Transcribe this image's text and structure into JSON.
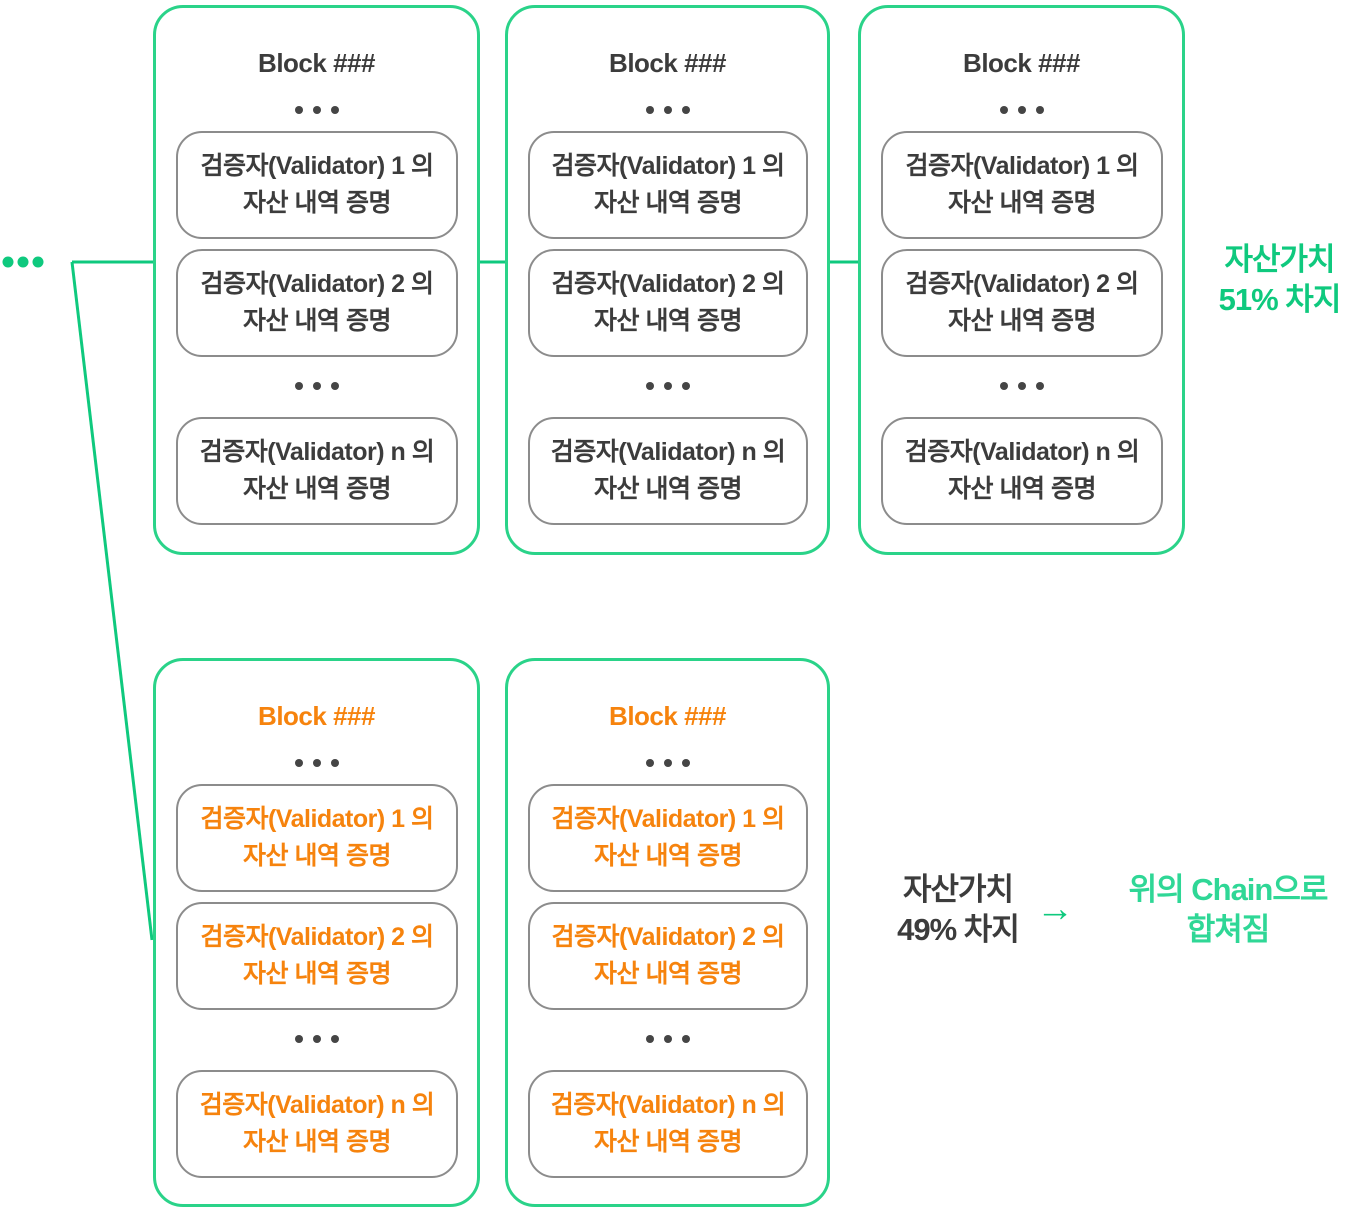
{
  "colors": {
    "block_border_green": "#2AD389",
    "accent_green": "#0FC97E",
    "mint_green": "#2FD796",
    "orange": "#F6830D",
    "dark_text": "#3C3C3C",
    "card_border_gray": "#8C8C8C"
  },
  "left_ellipsis": "...",
  "main_chain": {
    "label_line1": "자산가치",
    "label_line2": "51% 차지",
    "blocks": [
      {
        "title": "Block ###",
        "ellipsis": "...",
        "validators": [
          {
            "line1": "검증자(Validator) 1 의",
            "line2": "자산 내역 증명"
          },
          {
            "line1": "검증자(Validator) 2 의",
            "line2": "자산 내역 증명"
          },
          {
            "line1": "검증자(Validator) n 의",
            "line2": "자산 내역 증명"
          }
        ]
      },
      {
        "title": "Block ###",
        "ellipsis": "...",
        "validators": [
          {
            "line1": "검증자(Validator) 1 의",
            "line2": "자산 내역 증명"
          },
          {
            "line1": "검증자(Validator) 2 의",
            "line2": "자산 내역 증명"
          },
          {
            "line1": "검증자(Validator) n 의",
            "line2": "자산 내역 증명"
          }
        ]
      },
      {
        "title": "Block ###",
        "ellipsis": "...",
        "validators": [
          {
            "line1": "검증자(Validator) 1 의",
            "line2": "자산 내역 증명"
          },
          {
            "line1": "검증자(Validator) 2 의",
            "line2": "자산 내역 증명"
          },
          {
            "line1": "검증자(Validator) n 의",
            "line2": "자산 내역 증명"
          }
        ]
      }
    ]
  },
  "fork_chain": {
    "label_line1": "자산가치",
    "label_line2": "49% 차지",
    "arrow": "→",
    "merge_line1": "위의 Chain으로",
    "merge_line2": "합쳐짐",
    "blocks": [
      {
        "title": "Block ###",
        "ellipsis": "...",
        "validators": [
          {
            "line1": "검증자(Validator) 1 의",
            "line2": "자산 내역 증명"
          },
          {
            "line1": "검증자(Validator) 2 의",
            "line2": "자산 내역 증명"
          },
          {
            "line1": "검증자(Validator) n 의",
            "line2": "자산 내역 증명"
          }
        ]
      },
      {
        "title": "Block ###",
        "ellipsis": "...",
        "validators": [
          {
            "line1": "검증자(Validator) 1 의",
            "line2": "자산 내역 증명"
          },
          {
            "line1": "검증자(Validator) 2 의",
            "line2": "자산 내역 증명"
          },
          {
            "line1": "검증자(Validator) n 의",
            "line2": "자산 내역 증명"
          }
        ]
      }
    ]
  }
}
